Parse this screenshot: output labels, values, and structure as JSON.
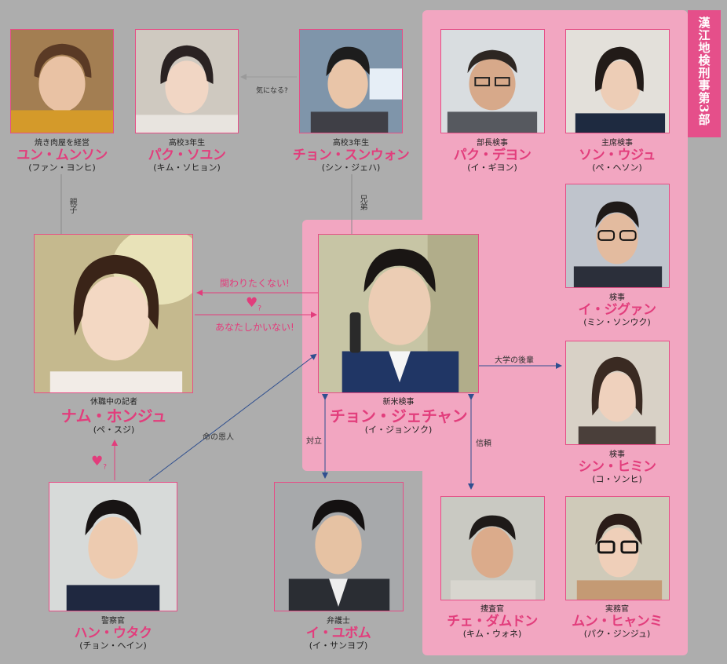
{
  "department": "漢江地検刑事第3部",
  "characters": {
    "yoon": {
      "role": "焼き肉屋を経営",
      "name": "ユン・ムンソン",
      "actor": "(ファン・ヨンヒ)"
    },
    "park_soyun": {
      "role": "高校3年生",
      "name": "パク・ソユン",
      "actor": "(キム・ソヒョン)"
    },
    "jung_seungwon": {
      "role": "高校3年生",
      "name": "チョン・スンウォン",
      "actor": "(シン・ジェハ)"
    },
    "park_daeyong": {
      "role": "部長検事",
      "name": "パク・デヨン",
      "actor": "(イ・ギヨン)"
    },
    "son_wooji": {
      "role": "主席検事",
      "name": "ソン・ウジュ",
      "actor": "(ペ・ヘソン)"
    },
    "lee_jigwan": {
      "role": "検事",
      "name": "イ・ジグァン",
      "actor": "(ミン・ソンウク)"
    },
    "nam": {
      "role": "休職中の記者",
      "name": "ナム・ホンジュ",
      "actor": "(ペ・スジ)"
    },
    "jung_jaechan": {
      "role": "新米検事",
      "name": "チョン・ジェチャン",
      "actor": "(イ・ジョンソク)"
    },
    "shin_heemin": {
      "role": "検事",
      "name": "シン・ヒミン",
      "actor": "(コ・ソンヒ)"
    },
    "han": {
      "role": "警察官",
      "name": "ハン・ウタク",
      "actor": "(チョン・ヘイン)"
    },
    "lee_yubeom": {
      "role": "弁護士",
      "name": "イ・ユボム",
      "actor": "(イ・サンヨプ)"
    },
    "choi": {
      "role": "捜査官",
      "name": "チェ・ダムドン",
      "actor": "(キム・ウォネ)"
    },
    "moon": {
      "role": "実務官",
      "name": "ムン・ヒャンミ",
      "actor": "(パク・ジンジュ)"
    }
  },
  "relations": {
    "curious": "気になる?",
    "parent": "親子",
    "brothers": "兄弟",
    "dont_want": "関わりたくない!",
    "only_you": "あなたしかいない!",
    "savior": "命の恩人",
    "junior": "大学の後輩",
    "oppose": "対立",
    "trust": "信頼",
    "heart_q": "?"
  },
  "colors": {
    "background": "#adadad",
    "pink_panel": "#f2a6c1",
    "accent": "#e23d7c",
    "tab": "#e54f8a",
    "arrow_pink": "#e23d7c",
    "arrow_blue": "#2f4f8f"
  },
  "icons": {
    "heart": "heart-icon"
  }
}
